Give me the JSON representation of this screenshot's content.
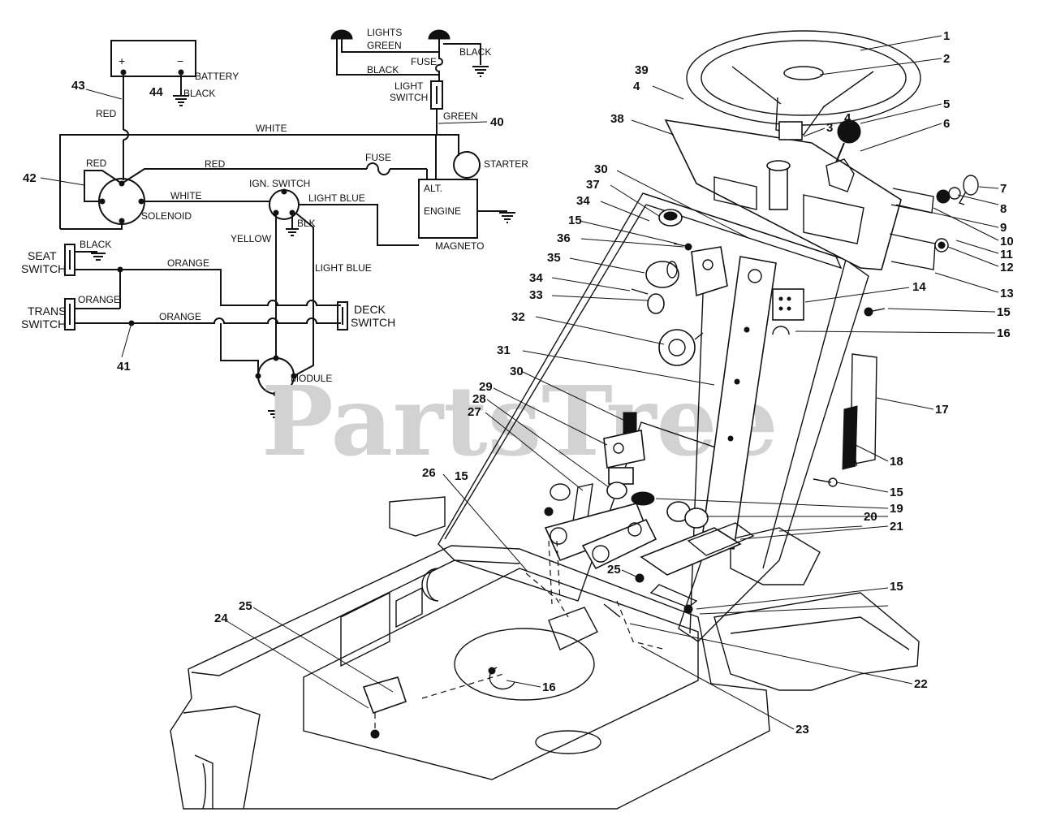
{
  "watermark": "PartsTree",
  "schematic": {
    "battery": "BATTERY",
    "plus": "+",
    "minus": "−",
    "lights": "LIGHTS",
    "fuse_top": "FUSE",
    "light_switch_1": "LIGHT",
    "light_switch_2": "SWITCH",
    "starter": "STARTER",
    "fuse_mid": "FUSE",
    "alt": "ALT.",
    "engine": "ENGINE",
    "magneto": "MAGNETO",
    "ign_switch": "IGN. SWITCH",
    "solenoid": "SOLENOID",
    "module": "MODULE",
    "seat_switch_1": "SEAT",
    "seat_switch_2": "SWITCH",
    "trans_switch_1": "TRANS",
    "trans_switch_2": "SWITCH",
    "deck_switch_1": "DECK",
    "deck_switch_2": "SWITCH",
    "wires": {
      "green_lights": "GREEN",
      "black_lights": "BLACK",
      "black_ground_top": "BLACK",
      "green_switch": "GREEN",
      "black_battery": "BLACK",
      "red_43": "RED",
      "white_top": "WHITE",
      "red_solenoid_left": "RED",
      "red_solenoid_right": "RED",
      "white_solenoid": "WHITE",
      "light_blue_top": "LIGHT BLUE",
      "blk_ign": "BLK",
      "yellow": "YELLOW",
      "light_blue_side": "LIGHT BLUE",
      "black_seat": "BLACK",
      "orange_top": "ORANGE",
      "orange_trans": "ORANGE",
      "orange_bottom": "ORANGE"
    },
    "refs": {
      "r40": "40",
      "r41": "41",
      "r42": "42",
      "r43": "43",
      "r44": "44"
    }
  },
  "parts": {
    "p1": "1",
    "p2": "2",
    "p3": "3",
    "p4a": "4",
    "p4b": "4",
    "p5": "5",
    "p6": "6",
    "p7": "7",
    "p8": "8",
    "p9": "9",
    "p10": "10",
    "p11": "11",
    "p12": "12",
    "p13": "13",
    "p14": "14",
    "p15a": "15",
    "p15b": "15",
    "p15c": "15",
    "p15d": "15",
    "p15e": "15",
    "p16a": "16",
    "p16b": "16",
    "p17": "17",
    "p18": "18",
    "p19": "19",
    "p20": "20",
    "p21": "21",
    "p22": "22",
    "p23": "23",
    "p24": "24",
    "p25a": "25",
    "p25b": "25",
    "p26": "26",
    "p27": "27",
    "p28": "28",
    "p29": "29",
    "p30a": "30",
    "p30b": "30",
    "p31": "31",
    "p32": "32",
    "p33": "33",
    "p34a": "34",
    "p34b": "34",
    "p35": "35",
    "p36": "36",
    "p37": "37",
    "p38": "38",
    "p39": "39"
  }
}
